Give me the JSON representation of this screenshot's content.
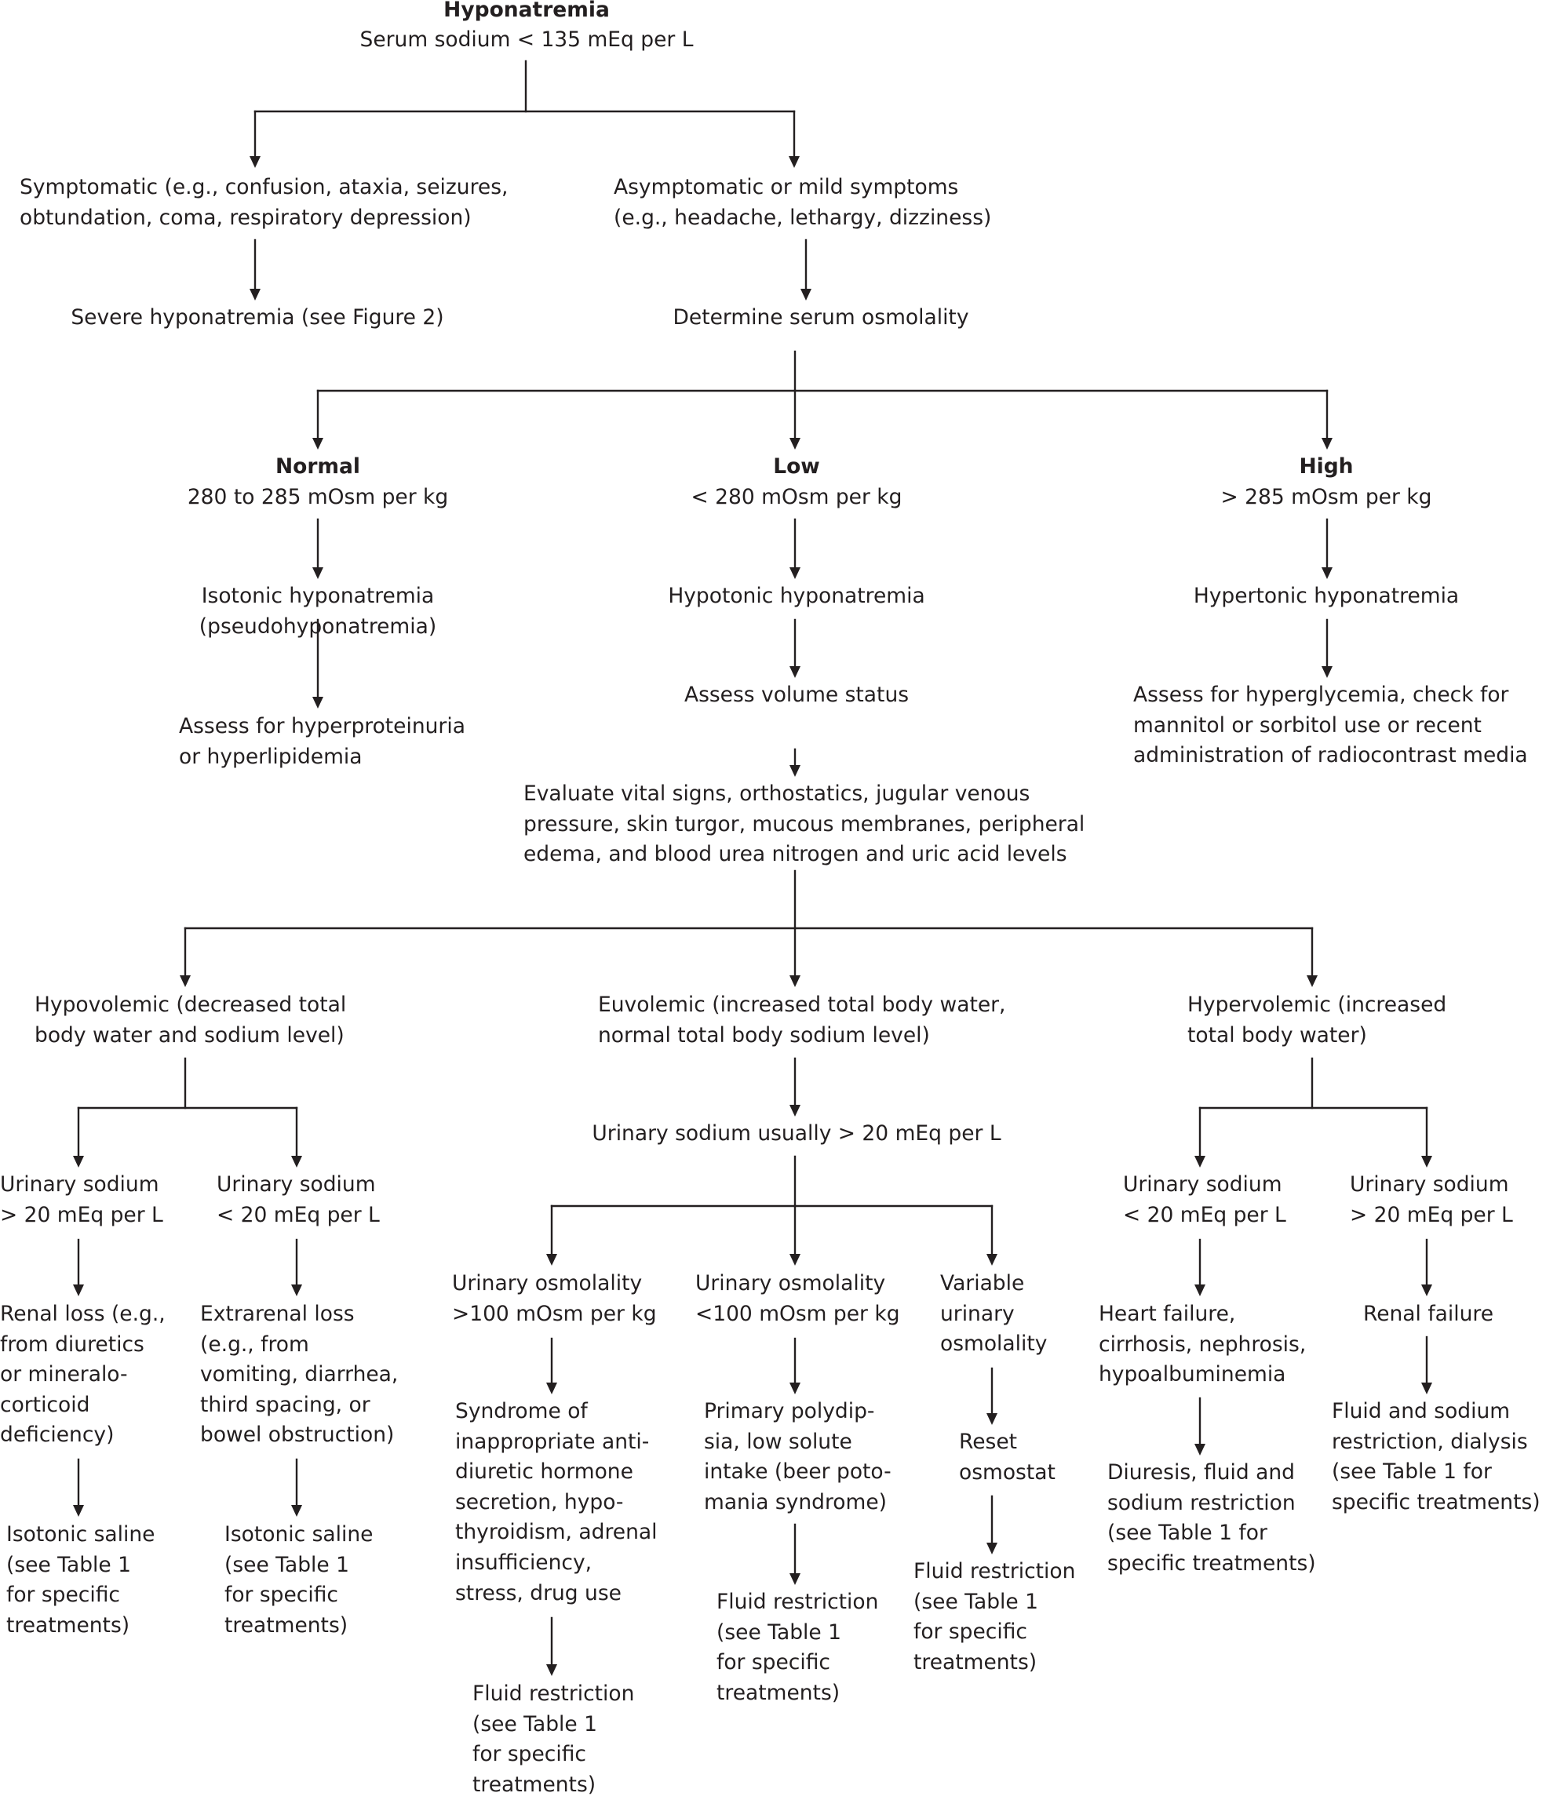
{
  "nodes": [
    {
      "id": "n-hyponatremia-title",
      "text": "Hyponatremia"
    },
    {
      "id": "n-serum-sodium",
      "text": "Serum sodium < 135 mEq per L"
    },
    {
      "id": "n-symptomatic",
      "text": "Symptomatic (e.g., confusion, ataxia, seizures,\nobtundation, coma, respiratory depression)"
    },
    {
      "id": "n-asymptomatic",
      "text": "Asymptomatic or mild symptoms\n(e.g., headache, lethargy, dizziness)"
    },
    {
      "id": "n-severe",
      "text": "Severe hyponatremia (see Figure 2)"
    },
    {
      "id": "n-determine-osm",
      "text": "Determine serum osmolality"
    },
    {
      "id": "n-normal-title",
      "text": "Normal"
    },
    {
      "id": "n-normal-range",
      "text": "280 to 285 mOsm per kg"
    },
    {
      "id": "n-low-title",
      "text": "Low"
    },
    {
      "id": "n-low-range",
      "text": "< 280 mOsm per kg"
    },
    {
      "id": "n-high-title",
      "text": "High"
    },
    {
      "id": "n-high-range",
      "text": "> 285 mOsm per kg"
    },
    {
      "id": "n-isotonic",
      "text": "Isotonic hyponatremia\n(pseudohyponatremia)"
    },
    {
      "id": "n-hypotonic",
      "text": "Hypotonic hyponatremia"
    },
    {
      "id": "n-hypertonic",
      "text": "Hypertonic hyponatremia"
    },
    {
      "id": "n-hyperprotein",
      "text": "Assess for hyperproteinuria\nor hyperlipidemia"
    },
    {
      "id": "n-volume",
      "text": "Assess volume status"
    },
    {
      "id": "n-hyperglycemia",
      "text": "Assess for hyperglycemia, check for\nmannitol or sorbitol use or recent\nadministration of radiocontrast media"
    },
    {
      "id": "n-evaluate",
      "text": "Evaluate vital signs, orthostatics, jugular venous\npressure, skin turgor, mucous membranes, peripheral\nedema, and blood urea nitrogen and uric acid levels"
    },
    {
      "id": "n-hypovolemic",
      "text": "Hypovolemic (decreased total\nbody water and sodium level)"
    },
    {
      "id": "n-euvolemic",
      "text": "Euvolemic (increased total body water,\nnormal total body sodium level)"
    },
    {
      "id": "n-hypervolemic",
      "text": "Hypervolemic (increased\ntotal body water)"
    },
    {
      "id": "n-usod-gt20-a",
      "text": "Urinary sodium\n> 20 mEq per L"
    },
    {
      "id": "n-usod-lt20-a",
      "text": "Urinary sodium\n< 20 mEq per L"
    },
    {
      "id": "n-usod-usual",
      "text": "Urinary sodium usually > 20 mEq per L"
    },
    {
      "id": "n-usod-lt20-b",
      "text": "Urinary sodium\n< 20 mEq per L"
    },
    {
      "id": "n-usod-gt20-b",
      "text": "Urinary sodium\n> 20 mEq per L"
    },
    {
      "id": "n-renal-loss",
      "text": "Renal loss (e.g.,\nfrom diuretics\nor mineralo-\ncorticoid\ndeficiency)"
    },
    {
      "id": "n-extrarenal",
      "text": "Extrarenal loss\n(e.g., from\nvomiting, diarrhea,\nthird spacing, or\nbowel obstruction)"
    },
    {
      "id": "n-uosm-gt100",
      "text": "Urinary osmolality\n>100 mOsm per kg"
    },
    {
      "id": "n-uosm-lt100",
      "text": "Urinary osmolality\n<100 mOsm per kg"
    },
    {
      "id": "n-uosm-var",
      "text": "Variable\nurinary\nosmolality"
    },
    {
      "id": "n-heart-failure",
      "text": "Heart failure,\ncirrhosis, nephrosis,\nhypoalbuminemia"
    },
    {
      "id": "n-renal-failure",
      "text": "Renal failure"
    },
    {
      "id": "n-iso-saline-a",
      "text": "Isotonic saline\n(see Table 1\nfor specific\ntreatments)"
    },
    {
      "id": "n-iso-saline-b",
      "text": "Isotonic saline\n(see Table 1\nfor specific\ntreatments)"
    },
    {
      "id": "n-siadh",
      "text": "Syndrome of\ninappropriate anti-\ndiuretic hormone\nsecretion, hypo-\nthyroidism, adrenal\ninsufficiency,\nstress, drug use"
    },
    {
      "id": "n-polydipsia",
      "text": "Primary polydip-\nsia, low solute\nintake (beer poto-\nmania syndrome)"
    },
    {
      "id": "n-reset",
      "text": "Reset\nosmostat"
    },
    {
      "id": "n-diuresis",
      "text": "Diuresis, fluid and\nsodium restriction\n(see Table 1 for\nspecific treatments)"
    },
    {
      "id": "n-fluid-sodium",
      "text": "Fluid and sodium\nrestriction, dialysis\n(see Table 1 for\nspecific treatments)"
    },
    {
      "id": "n-fluid-a",
      "text": "Fluid restriction\n(see Table 1\nfor specific\ntreatments)"
    },
    {
      "id": "n-fluid-b",
      "text": "Fluid restriction\n(see Table 1\nfor specific\ntreatments)"
    },
    {
      "id": "n-fluid-c",
      "text": "Fluid restriction\n(see Table 1\nfor specific\ntreatments)"
    }
  ]
}
